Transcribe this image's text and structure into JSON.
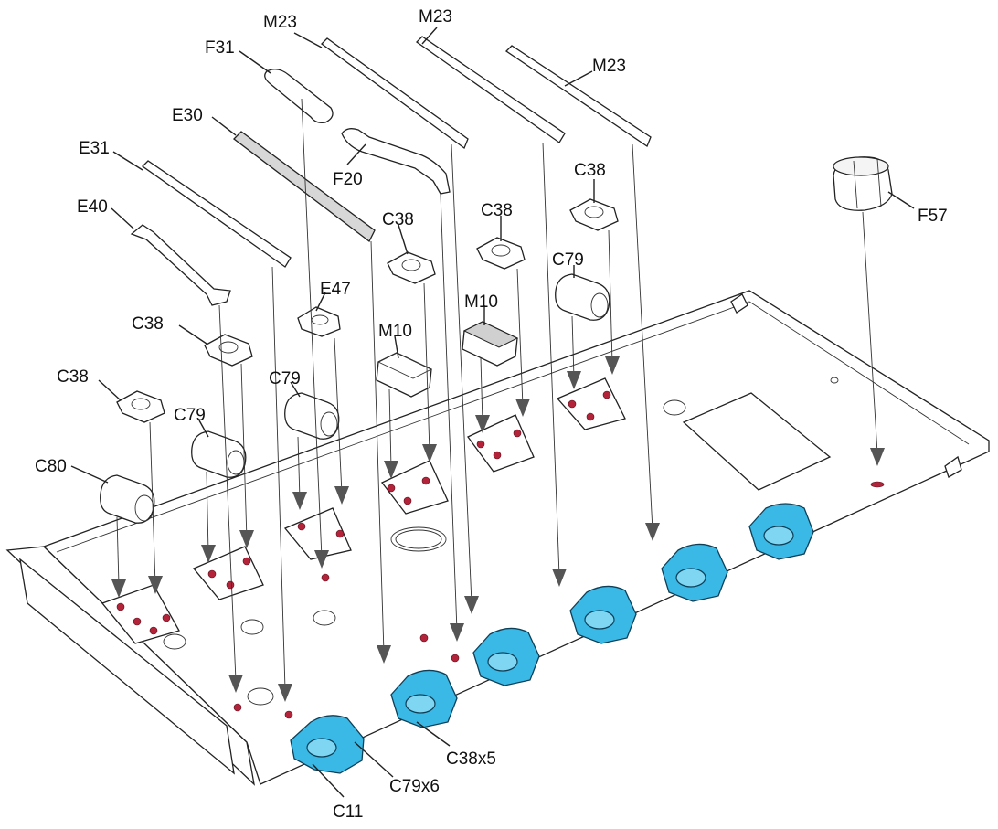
{
  "diagram": {
    "labels": {
      "m23_a": "M23",
      "m23_b": "M23",
      "m23_c": "M23",
      "f31": "F31",
      "e30": "E30",
      "f20": "F20",
      "e31": "E31",
      "e40": "E40",
      "c38_a": "C38",
      "c38_b": "C38",
      "c38_c": "C38",
      "c38_d": "C38",
      "c38_e": "C38",
      "c79_a": "C79",
      "c79_b": "C79",
      "c79_c": "C79",
      "c80": "C80",
      "e47": "E47",
      "m10_a": "M10",
      "m10_b": "M10",
      "f57": "F57",
      "c38x5": "C38x5",
      "c79x6": "C79x6",
      "c11": "C11"
    },
    "colors": {
      "highlight_blue": "#3ab9e6",
      "marker_red": "#b3243b",
      "line": "#222222"
    }
  }
}
